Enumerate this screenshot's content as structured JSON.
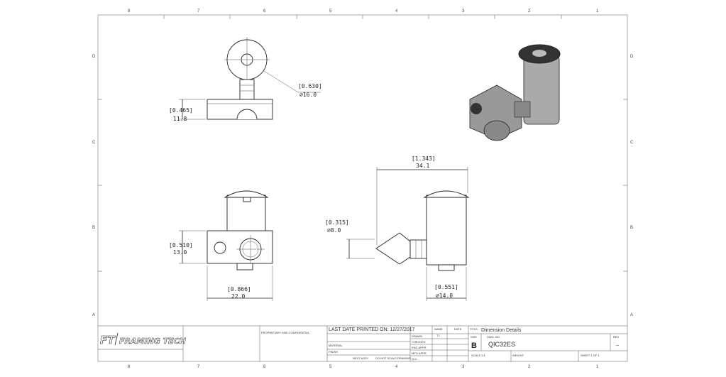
{
  "sheet": {
    "zones_top": [
      "8",
      "7",
      "6",
      "5",
      "4",
      "3",
      "2",
      "1"
    ],
    "zones_side": [
      "D",
      "C",
      "B",
      "A"
    ]
  },
  "dimensions": {
    "top_circle": {
      "inch": "[0.630]",
      "mm": "⌀16.0"
    },
    "top_height": {
      "inch": "[0.465]",
      "mm": "11.8"
    },
    "front_height": {
      "inch": "[0.510]",
      "mm": "13.0"
    },
    "front_width": {
      "inch": "[0.866]",
      "mm": "22.0"
    },
    "side_length": {
      "inch": "[1.343]",
      "mm": "34.1"
    },
    "side_pin": {
      "inch": "[0.315]",
      "mm": "⌀8.0"
    },
    "side_cap": {
      "inch": "[0.551]",
      "mm": "⌀14.0"
    }
  },
  "title_block": {
    "company": "FRAMING TECH",
    "logo_letters": "FT",
    "last_printed": "LAST DATE PRINTED ON: 12/27/2017",
    "proprietary_heading": "PROPRIETARY AND CONFIDENTIAL",
    "name_header": "NAME",
    "date_header": "DATE",
    "drawn_label": "DRAWN",
    "drawn_value": "TJ",
    "checked_label": "CHECKED",
    "eng_appr_label": "ENG APPR",
    "mfg_appr_label": "MFG APPR",
    "qa_label": "Q.A.",
    "title_label": "TITLE:",
    "title_value": "Dimension Details",
    "size_label": "SIZE",
    "size_value": "B",
    "dwg_label": "DWG. NO.",
    "dwg_value": "QIC32ES",
    "rev_label": "REV",
    "rev_value": "–",
    "scale": "SCALE 2:1",
    "weight": "WEIGHT:",
    "sheet": "SHEET 1 OF 1",
    "material_label": "MATERIAL",
    "finish_label": "FINISH",
    "next_assy": "NEXT ASSY",
    "do_not_scale": "DO NOT SCALE DRAWING"
  }
}
